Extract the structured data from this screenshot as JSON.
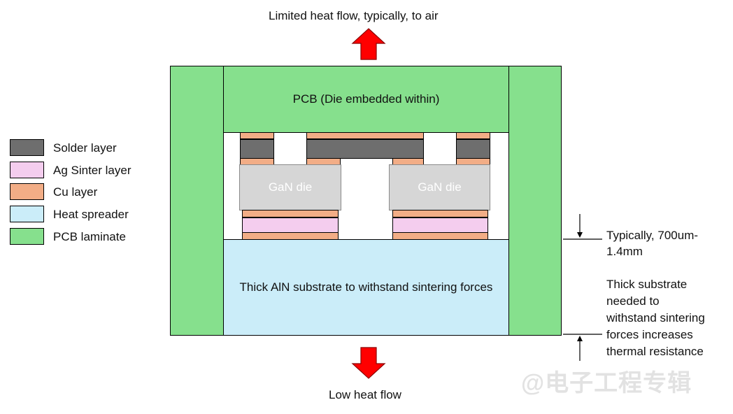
{
  "top_label": "Limited heat flow, typically, to air",
  "bottom_label": "Low heat flow",
  "pcb_label": "PCB (Die embedded within)",
  "substrate_label": "Thick AlN substrate to withstand sintering forces",
  "die_labels": [
    "GaN die",
    "GaN die"
  ],
  "legend": [
    {
      "label": "Solder layer",
      "color": "#6e6e6e"
    },
    {
      "label": "Ag Sinter layer",
      "color": "#f4cdee"
    },
    {
      "label": "Cu layer",
      "color": "#f2ad86"
    },
    {
      "label": "Heat spreader",
      "color": "#cbedf9"
    },
    {
      "label": "PCB laminate",
      "color": "#86e08d"
    }
  ],
  "annotation_thickness_line1": "Typically, 700um-",
  "annotation_thickness_line2": "1.4mm",
  "annotation_note": [
    "Thick substrate",
    "needed to",
    "withstand sintering",
    "forces increases",
    "thermal resistance"
  ],
  "watermark": "@电子工程专辑",
  "colors": {
    "arrow": "#ff0000",
    "pcb": "#86e08d",
    "cu": "#f2ad86",
    "solder": "#6e6e6e",
    "sinter": "#f4cdee",
    "spreader": "#cbedf9"
  }
}
